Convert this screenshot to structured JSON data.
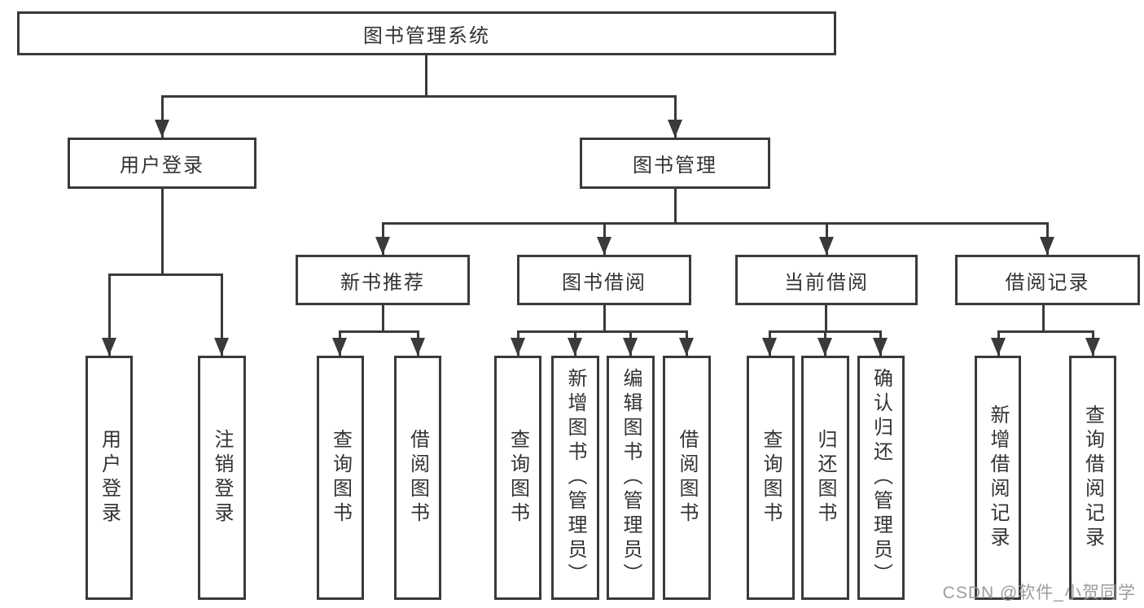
{
  "tree": {
    "label": "图书管理系统",
    "children": [
      {
        "label": "用户登录",
        "children": [
          {
            "label": "用户登录"
          },
          {
            "label": "注销登录"
          }
        ]
      },
      {
        "label": "图书管理",
        "children": [
          {
            "label": "新书推荐",
            "children": [
              {
                "label": "查询图书"
              },
              {
                "label": "借阅图书"
              }
            ]
          },
          {
            "label": "图书借阅",
            "children": [
              {
                "label": "查询图书"
              },
              {
                "label": "新增图书（管理员）"
              },
              {
                "label": "编辑图书（管理员）"
              },
              {
                "label": "借阅图书"
              }
            ]
          },
          {
            "label": "当前借阅",
            "children": [
              {
                "label": "查询图书"
              },
              {
                "label": "归还图书"
              },
              {
                "label": "确认归还（管理员）"
              }
            ]
          },
          {
            "label": "借阅记录",
            "children": [
              {
                "label": "新增借阅记录"
              },
              {
                "label": "查询借阅记录"
              }
            ]
          }
        ]
      }
    ]
  },
  "watermark": {
    "text": "CSDN @软件_小贺同学"
  },
  "colors": {
    "line": "#3a3a3a",
    "text": "#333333",
    "watermark": "#949494"
  }
}
